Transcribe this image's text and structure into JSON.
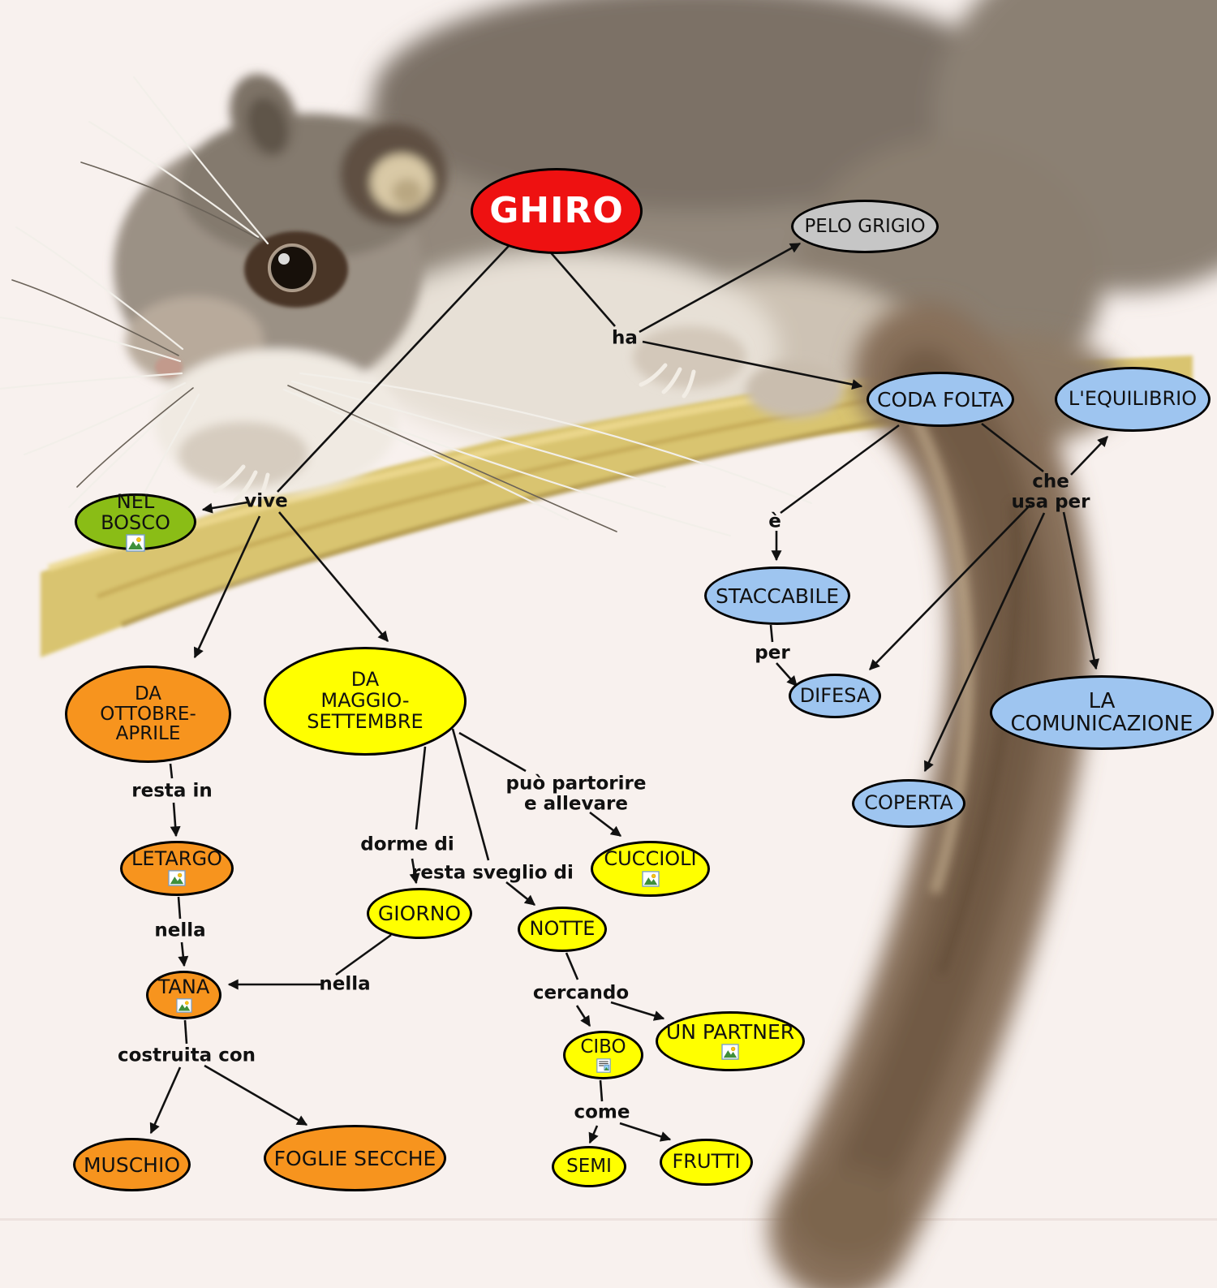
{
  "diagram": {
    "title": "GHIRO",
    "background_color": "#f8f1ee",
    "line_color": "#111111",
    "node_border_color": "#000000",
    "nodes": {
      "ghiro": {
        "label": "GHIRO",
        "color": "#ee1111",
        "text_color": "#ffffff"
      },
      "pelo_grigio": {
        "label": "PELO GRIGIO",
        "color": "#c6c6c6"
      },
      "coda_folta": {
        "label": "CODA FOLTA",
        "color": "#9ec5f0"
      },
      "equilibrio": {
        "label": "L'EQUILIBRIO",
        "color": "#9ec5f0"
      },
      "nel_bosco": {
        "label": "NEL BOSCO",
        "color": "#8abd16",
        "icon": "picture-icon"
      },
      "staccabile": {
        "label": "STACCABILE",
        "color": "#9ec5f0"
      },
      "difesa": {
        "label": "DIFESA",
        "color": "#9ec5f0"
      },
      "la_comunicazione": {
        "label": "LA COMUNICAZIONE",
        "color": "#9ec5f0"
      },
      "coperta": {
        "label": "COPERTA",
        "color": "#9ec5f0"
      },
      "da_ottobre_aprile": {
        "label": "DA\nOTTOBRE-APRILE",
        "color": "#f7941e"
      },
      "da_maggio_settembre": {
        "label": "DA\nMAGGIO-SETTEMBRE",
        "color": "#ffff00"
      },
      "letargo": {
        "label": "LETARGO",
        "color": "#f7941e",
        "icon": "picture-icon"
      },
      "giorno": {
        "label": "GIORNO",
        "color": "#ffff00"
      },
      "notte": {
        "label": "NOTTE",
        "color": "#ffff00"
      },
      "cuccioli": {
        "label": "CUCCIOLI",
        "color": "#ffff00",
        "icon": "picture-icon"
      },
      "tana": {
        "label": "TANA",
        "color": "#f7941e",
        "icon": "picture-icon"
      },
      "cibo": {
        "label": "CIBO",
        "color": "#ffff00",
        "icon": "document-icon"
      },
      "un_partner": {
        "label": "UN PARTNER",
        "color": "#ffff00",
        "icon": "picture-icon"
      },
      "muschio": {
        "label": "MUSCHIO",
        "color": "#f7941e"
      },
      "foglie_secche": {
        "label": "FOGLIE SECCHE",
        "color": "#f7941e"
      },
      "semi": {
        "label": "SEMI",
        "color": "#ffff00"
      },
      "frutti": {
        "label": "FRUTTI",
        "color": "#ffff00"
      }
    },
    "link_labels": {
      "ha": "ha",
      "vive": "vive",
      "e": "è",
      "che_usa_per": "che\nusa per",
      "per": "per",
      "resta_in": "resta in",
      "nella_1": "nella",
      "nella_2": "nella",
      "dorme_di": "dorme di",
      "resta_sveglio_di": "resta sveglio di",
      "puo_partorire": "può partorire\ne allevare",
      "cercando": "cercando",
      "costruita_con": "costruita con",
      "come": "come"
    }
  }
}
